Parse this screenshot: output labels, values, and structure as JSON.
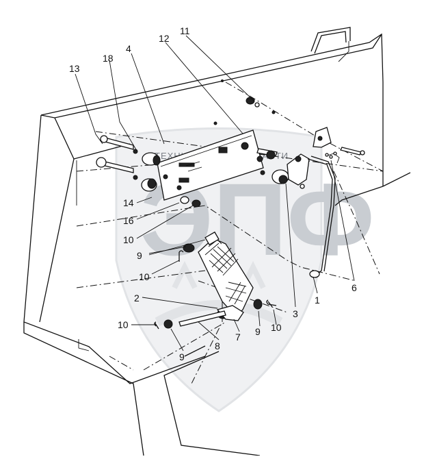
{
  "watermark": {
    "top_left": "ТЕХНИКА",
    "top_right": "ЗАПЧАСТИ",
    "logo": "ЭПФ"
  },
  "callouts": [
    "13",
    "18",
    "4",
    "12",
    "11",
    "14",
    "16",
    "10",
    "9",
    "10",
    "2",
    "10",
    "9",
    "8",
    "7",
    "9",
    "10",
    "3",
    "1",
    "6"
  ],
  "colors": {
    "ink": "#111111",
    "watermark": "#c9cdd2"
  }
}
